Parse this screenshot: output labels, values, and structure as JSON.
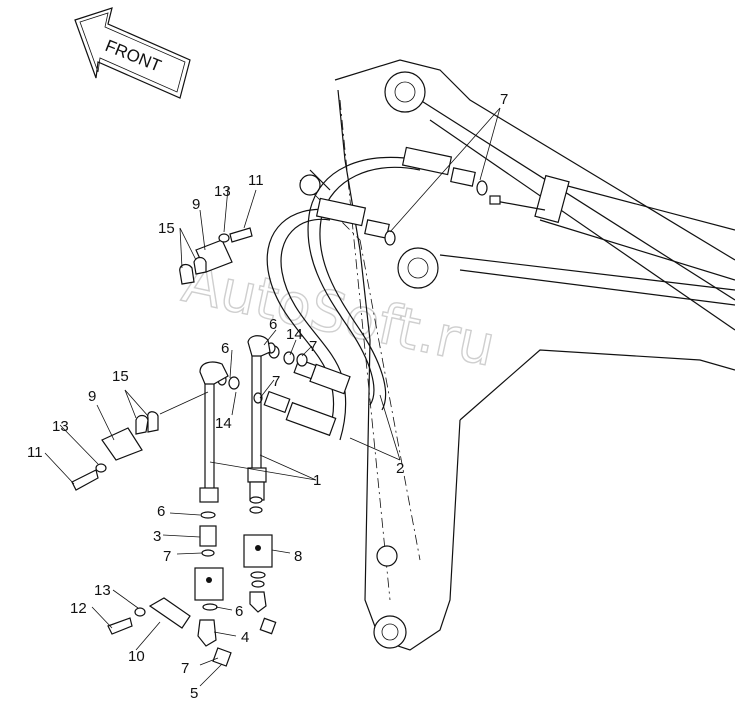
{
  "front_arrow": {
    "label": "FRONT"
  },
  "watermark": "AutoSoft.ru",
  "callouts": {
    "c1": "1",
    "c2": "2",
    "c3": "3",
    "c4": "4",
    "c5": "5",
    "c6a": "6",
    "c6b": "6",
    "c6c": "6",
    "c6d": "6",
    "c7a": "7",
    "c7b": "7",
    "c7c": "7",
    "c7d": "7",
    "c8": "8",
    "c9a": "9",
    "c9b": "9",
    "c10": "10",
    "c11a": "11",
    "c11b": "11",
    "c12": "12",
    "c13a": "13",
    "c13b": "13",
    "c13c": "13",
    "c14a": "14",
    "c14b": "14",
    "c15a": "15",
    "c15b": "15"
  }
}
